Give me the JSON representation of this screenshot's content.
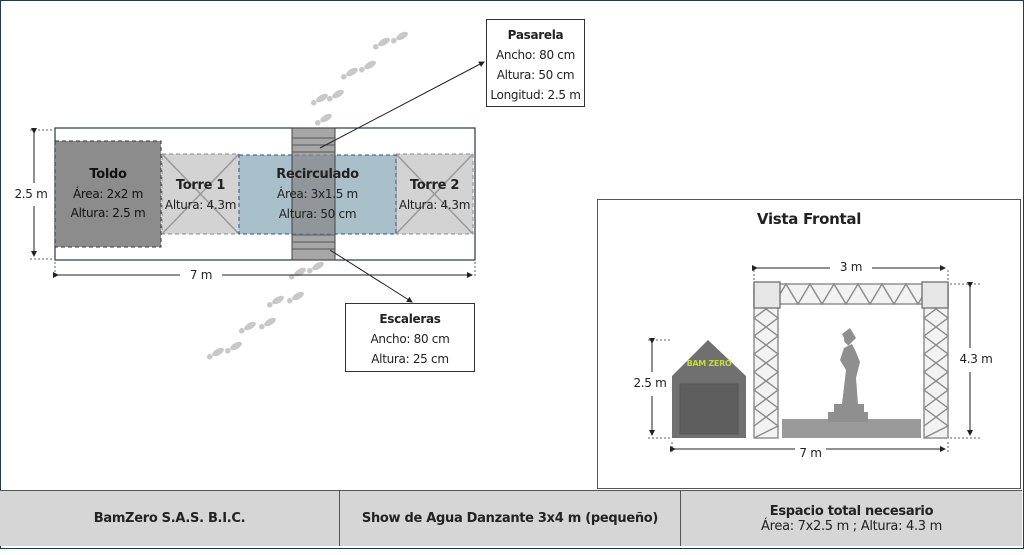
{
  "plan": {
    "toldo": {
      "title": "Toldo",
      "area": "Área: 2x2 m",
      "height": "Altura: 2.5 m"
    },
    "torre1": {
      "title": "Torre 1",
      "height": "Altura: 4.3m"
    },
    "recirculado": {
      "title": "Recirculado",
      "area": "Área: 3x1.5 m",
      "height": "Altura: 50 cm"
    },
    "torre2": {
      "title": "Torre 2",
      "height": "Altura: 4.3m"
    },
    "dim_width": "7 m",
    "dim_depth": "2.5 m"
  },
  "pasarela": {
    "title": "Pasarela",
    "ancho": "Ancho: 80 cm",
    "altura": "Altura: 50 cm",
    "longitud": "Longitud: 2.5 m"
  },
  "escaleras": {
    "title": "Escaleras",
    "ancho": "Ancho: 80 cm",
    "altura": "Altura: 25 cm"
  },
  "front_view": {
    "title": "Vista Frontal",
    "dim_truss_width": "3 m",
    "dim_truss_height": "4.3 m",
    "dim_tent_height": "2.5 m",
    "dim_total_width": "7 m",
    "tent_logo": "BAM ZERO"
  },
  "footer": {
    "company": "BamZero S.A.S. B.I.C.",
    "product": "Show de Agua Danzante 3x4 m (pequeño)",
    "space_title": "Espacio total necesario",
    "space_detail": "Área: 7x2.5 m ; Altura: 4.3 m"
  },
  "colors": {
    "frame": "#1f3b48",
    "toldo": "#8c8c8c",
    "torre": "#d3d3d3",
    "recirculado": "#a9bfc9",
    "pasarela": "#888888",
    "footprints": "#c8c8c8"
  }
}
